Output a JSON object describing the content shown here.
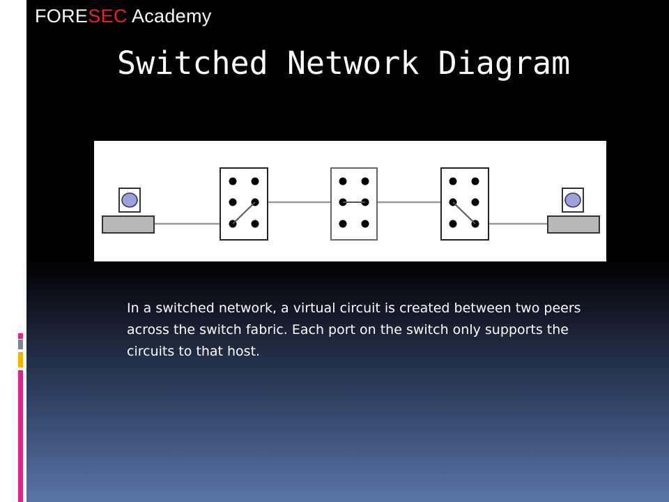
{
  "logo": {
    "part1": "FORE",
    "part2": "SEC",
    "part3": "Academy"
  },
  "slide": {
    "title": "Switched Network Diagram",
    "body": "In a switched network, a virtual circuit is created  between two peers across the switch fabric. Each port on the switch only supports the circuits to that host."
  },
  "colors": {
    "background": "#000000",
    "gradient_bottom": "#5a75a8",
    "logo_red": "#e8202a",
    "accent_pink": "#e0248c",
    "accent_yellow": "#f0b400",
    "accent_gray": "#7a8596"
  },
  "diagram": {
    "nodes": [
      "host-left",
      "switch-1",
      "switch-2",
      "switch-3",
      "host-right"
    ]
  }
}
